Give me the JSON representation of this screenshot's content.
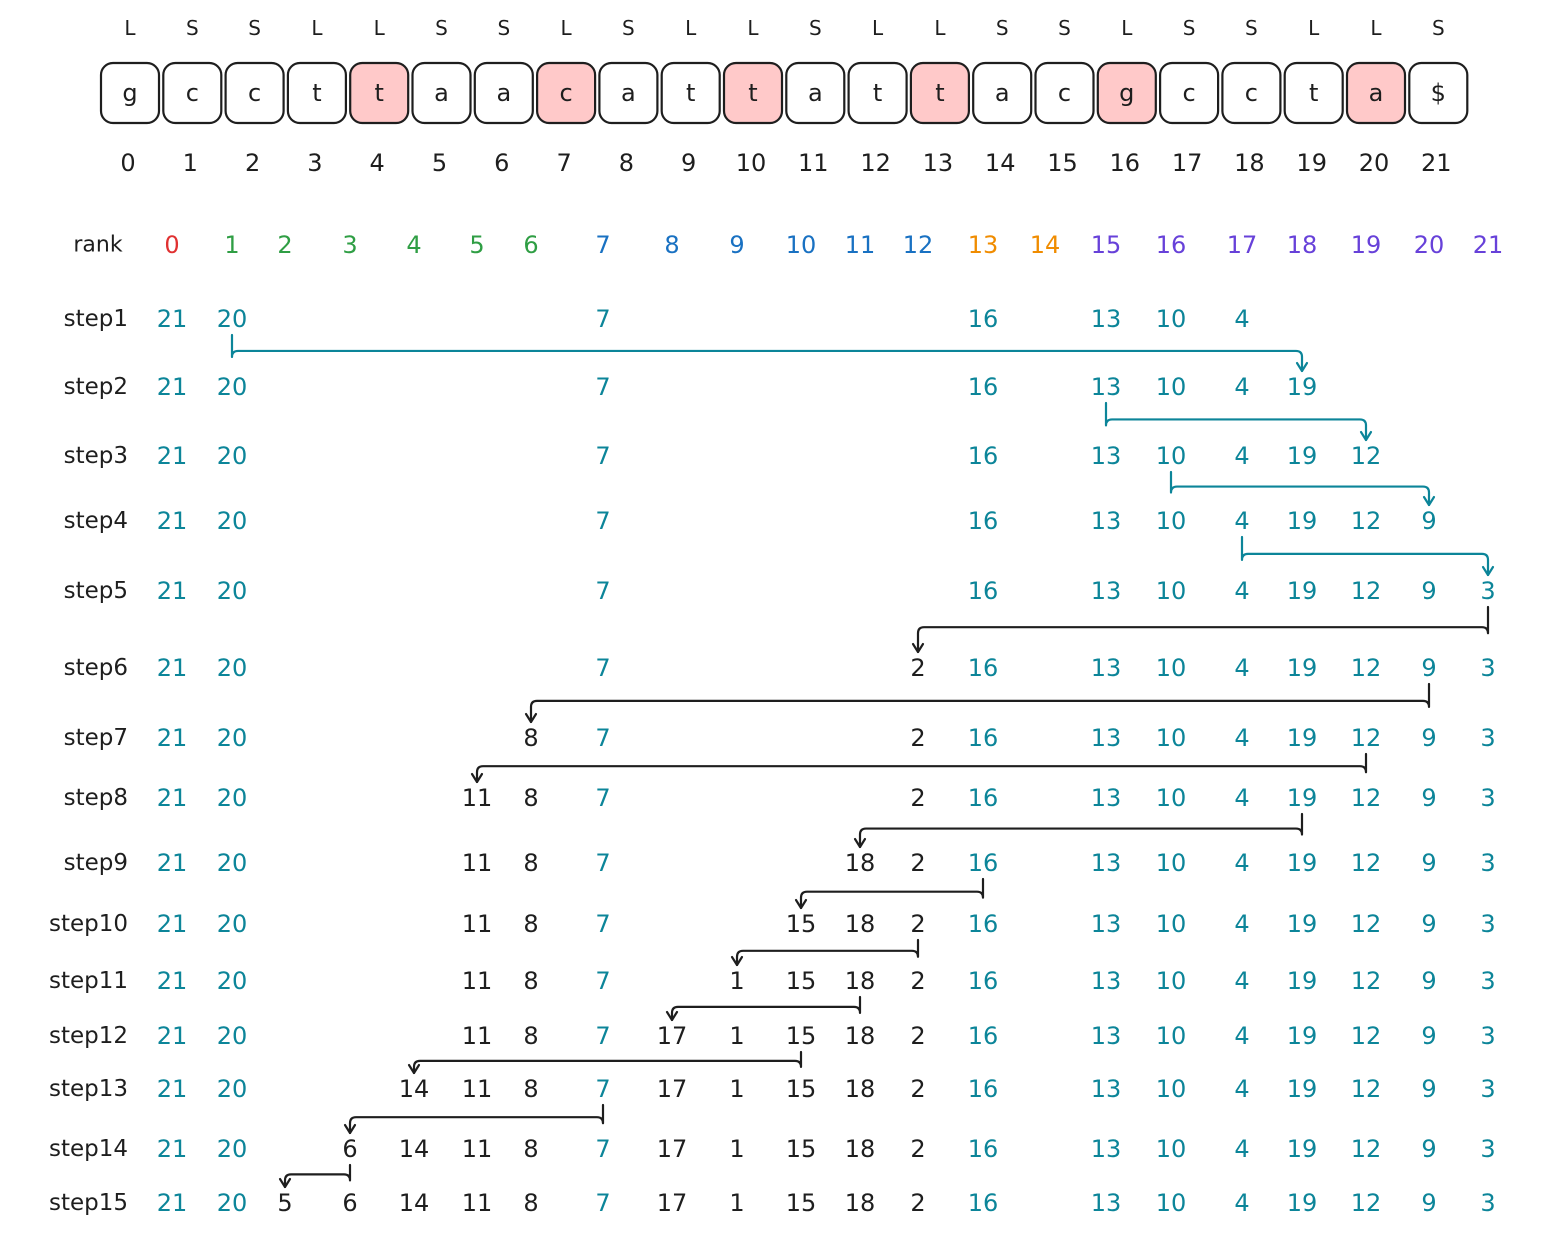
{
  "types": [
    "L",
    "S",
    "S",
    "L",
    "L",
    "S",
    "S",
    "L",
    "S",
    "L",
    "L",
    "S",
    "L",
    "L",
    "S",
    "S",
    "L",
    "S",
    "S",
    "L",
    "L",
    "S"
  ],
  "chars": [
    "g",
    "c",
    "c",
    "t",
    "t",
    "a",
    "a",
    "c",
    "a",
    "t",
    "t",
    "a",
    "t",
    "t",
    "a",
    "c",
    "g",
    "c",
    "c",
    "t",
    "a",
    "$"
  ],
  "highlighted": [
    4,
    7,
    10,
    13,
    16,
    20
  ],
  "indices": [
    "0",
    "1",
    "2",
    "3",
    "4",
    "5",
    "6",
    "7",
    "8",
    "9",
    "10",
    "11",
    "12",
    "13",
    "14",
    "15",
    "16",
    "17",
    "18",
    "19",
    "20",
    "21"
  ],
  "rank_label": "rank",
  "ranks": [
    "0",
    "1",
    "2",
    "3",
    "4",
    "5",
    "6",
    "7",
    "8",
    "9",
    "10",
    "11",
    "12",
    "13",
    "14",
    "15",
    "16",
    "17",
    "18",
    "19",
    "20",
    "21"
  ],
  "rank_colors": [
    "#e03131",
    "#2f9e44",
    "#2f9e44",
    "#2f9e44",
    "#2f9e44",
    "#2f9e44",
    "#2f9e44",
    "#1971c2",
    "#1971c2",
    "#1971c2",
    "#1971c2",
    "#1971c2",
    "#1971c2",
    "#f08c00",
    "#f08c00",
    "#6741d9",
    "#6741d9",
    "#6741d9",
    "#6741d9",
    "#6741d9",
    "#6741d9",
    "#6741d9"
  ],
  "colors": {
    "teal": "#0c8599",
    "black": "#1e1e1e",
    "highlight": "#ffc9c9"
  },
  "steps": [
    {
      "label": "step1",
      "cells": [
        [
          "21",
          "t"
        ],
        [
          "20",
          "t"
        ],
        null,
        null,
        null,
        null,
        null,
        [
          "7",
          "t"
        ],
        null,
        null,
        null,
        null,
        null,
        [
          "16",
          "t"
        ],
        null,
        [
          "13",
          "t"
        ],
        [
          "10",
          "t"
        ],
        [
          "4",
          "t"
        ],
        null,
        null,
        null,
        null
      ]
    },
    {
      "label": "step2",
      "cells": [
        [
          "21",
          "t"
        ],
        [
          "20",
          "t"
        ],
        null,
        null,
        null,
        null,
        null,
        [
          "7",
          "t"
        ],
        null,
        null,
        null,
        null,
        null,
        [
          "16",
          "t"
        ],
        null,
        [
          "13",
          "t"
        ],
        [
          "10",
          "t"
        ],
        [
          "4",
          "t"
        ],
        [
          "19",
          "t"
        ],
        null,
        null,
        null
      ]
    },
    {
      "label": "step3",
      "cells": [
        [
          "21",
          "t"
        ],
        [
          "20",
          "t"
        ],
        null,
        null,
        null,
        null,
        null,
        [
          "7",
          "t"
        ],
        null,
        null,
        null,
        null,
        null,
        [
          "16",
          "t"
        ],
        null,
        [
          "13",
          "t"
        ],
        [
          "10",
          "t"
        ],
        [
          "4",
          "t"
        ],
        [
          "19",
          "t"
        ],
        [
          "12",
          "t"
        ],
        null,
        null
      ]
    },
    {
      "label": "step4",
      "cells": [
        [
          "21",
          "t"
        ],
        [
          "20",
          "t"
        ],
        null,
        null,
        null,
        null,
        null,
        [
          "7",
          "t"
        ],
        null,
        null,
        null,
        null,
        null,
        [
          "16",
          "t"
        ],
        null,
        [
          "13",
          "t"
        ],
        [
          "10",
          "t"
        ],
        [
          "4",
          "t"
        ],
        [
          "19",
          "t"
        ],
        [
          "12",
          "t"
        ],
        [
          "9",
          "t"
        ],
        null
      ]
    },
    {
      "label": "step5",
      "cells": [
        [
          "21",
          "t"
        ],
        [
          "20",
          "t"
        ],
        null,
        null,
        null,
        null,
        null,
        [
          "7",
          "t"
        ],
        null,
        null,
        null,
        null,
        null,
        [
          "16",
          "t"
        ],
        null,
        [
          "13",
          "t"
        ],
        [
          "10",
          "t"
        ],
        [
          "4",
          "t"
        ],
        [
          "19",
          "t"
        ],
        [
          "12",
          "t"
        ],
        [
          "9",
          "t"
        ],
        [
          "3",
          "t"
        ]
      ]
    },
    {
      "label": "step6",
      "cells": [
        [
          "21",
          "t"
        ],
        [
          "20",
          "t"
        ],
        null,
        null,
        null,
        null,
        null,
        [
          "7",
          "t"
        ],
        null,
        null,
        null,
        null,
        [
          "2",
          "b"
        ],
        [
          "16",
          "t"
        ],
        null,
        [
          "13",
          "t"
        ],
        [
          "10",
          "t"
        ],
        [
          "4",
          "t"
        ],
        [
          "19",
          "t"
        ],
        [
          "12",
          "t"
        ],
        [
          "9",
          "t"
        ],
        [
          "3",
          "t"
        ]
      ]
    },
    {
      "label": "step7",
      "cells": [
        [
          "21",
          "t"
        ],
        [
          "20",
          "t"
        ],
        null,
        null,
        null,
        null,
        [
          "8",
          "b"
        ],
        [
          "7",
          "t"
        ],
        null,
        null,
        null,
        null,
        [
          "2",
          "b"
        ],
        [
          "16",
          "t"
        ],
        null,
        [
          "13",
          "t"
        ],
        [
          "10",
          "t"
        ],
        [
          "4",
          "t"
        ],
        [
          "19",
          "t"
        ],
        [
          "12",
          "t"
        ],
        [
          "9",
          "t"
        ],
        [
          "3",
          "t"
        ]
      ]
    },
    {
      "label": "step8",
      "cells": [
        [
          "21",
          "t"
        ],
        [
          "20",
          "t"
        ],
        null,
        null,
        null,
        [
          "11",
          "b"
        ],
        [
          "8",
          "b"
        ],
        [
          "7",
          "t"
        ],
        null,
        null,
        null,
        null,
        [
          "2",
          "b"
        ],
        [
          "16",
          "t"
        ],
        null,
        [
          "13",
          "t"
        ],
        [
          "10",
          "t"
        ],
        [
          "4",
          "t"
        ],
        [
          "19",
          "t"
        ],
        [
          "12",
          "t"
        ],
        [
          "9",
          "t"
        ],
        [
          "3",
          "t"
        ]
      ]
    },
    {
      "label": "step9",
      "cells": [
        [
          "21",
          "t"
        ],
        [
          "20",
          "t"
        ],
        null,
        null,
        null,
        [
          "11",
          "b"
        ],
        [
          "8",
          "b"
        ],
        [
          "7",
          "t"
        ],
        null,
        null,
        null,
        [
          "18",
          "b"
        ],
        [
          "2",
          "b"
        ],
        [
          "16",
          "t"
        ],
        null,
        [
          "13",
          "t"
        ],
        [
          "10",
          "t"
        ],
        [
          "4",
          "t"
        ],
        [
          "19",
          "t"
        ],
        [
          "12",
          "t"
        ],
        [
          "9",
          "t"
        ],
        [
          "3",
          "t"
        ]
      ]
    },
    {
      "label": "step10",
      "cells": [
        [
          "21",
          "t"
        ],
        [
          "20",
          "t"
        ],
        null,
        null,
        null,
        [
          "11",
          "b"
        ],
        [
          "8",
          "b"
        ],
        [
          "7",
          "t"
        ],
        null,
        null,
        [
          "15",
          "b"
        ],
        [
          "18",
          "b"
        ],
        [
          "2",
          "b"
        ],
        [
          "16",
          "t"
        ],
        null,
        [
          "13",
          "t"
        ],
        [
          "10",
          "t"
        ],
        [
          "4",
          "t"
        ],
        [
          "19",
          "t"
        ],
        [
          "12",
          "t"
        ],
        [
          "9",
          "t"
        ],
        [
          "3",
          "t"
        ]
      ]
    },
    {
      "label": "step11",
      "cells": [
        [
          "21",
          "t"
        ],
        [
          "20",
          "t"
        ],
        null,
        null,
        null,
        [
          "11",
          "b"
        ],
        [
          "8",
          "b"
        ],
        [
          "7",
          "t"
        ],
        null,
        [
          "1",
          "b"
        ],
        [
          "15",
          "b"
        ],
        [
          "18",
          "b"
        ],
        [
          "2",
          "b"
        ],
        [
          "16",
          "t"
        ],
        null,
        [
          "13",
          "t"
        ],
        [
          "10",
          "t"
        ],
        [
          "4",
          "t"
        ],
        [
          "19",
          "t"
        ],
        [
          "12",
          "t"
        ],
        [
          "9",
          "t"
        ],
        [
          "3",
          "t"
        ]
      ]
    },
    {
      "label": "step12",
      "cells": [
        [
          "21",
          "t"
        ],
        [
          "20",
          "t"
        ],
        null,
        null,
        null,
        [
          "11",
          "b"
        ],
        [
          "8",
          "b"
        ],
        [
          "7",
          "t"
        ],
        [
          "17",
          "b"
        ],
        [
          "1",
          "b"
        ],
        [
          "15",
          "b"
        ],
        [
          "18",
          "b"
        ],
        [
          "2",
          "b"
        ],
        [
          "16",
          "t"
        ],
        null,
        [
          "13",
          "t"
        ],
        [
          "10",
          "t"
        ],
        [
          "4",
          "t"
        ],
        [
          "19",
          "t"
        ],
        [
          "12",
          "t"
        ],
        [
          "9",
          "t"
        ],
        [
          "3",
          "t"
        ]
      ]
    },
    {
      "label": "step13",
      "cells": [
        [
          "21",
          "t"
        ],
        [
          "20",
          "t"
        ],
        null,
        null,
        [
          "14",
          "b"
        ],
        [
          "11",
          "b"
        ],
        [
          "8",
          "b"
        ],
        [
          "7",
          "t"
        ],
        [
          "17",
          "b"
        ],
        [
          "1",
          "b"
        ],
        [
          "15",
          "b"
        ],
        [
          "18",
          "b"
        ],
        [
          "2",
          "b"
        ],
        [
          "16",
          "t"
        ],
        null,
        [
          "13",
          "t"
        ],
        [
          "10",
          "t"
        ],
        [
          "4",
          "t"
        ],
        [
          "19",
          "t"
        ],
        [
          "12",
          "t"
        ],
        [
          "9",
          "t"
        ],
        [
          "3",
          "t"
        ]
      ]
    },
    {
      "label": "step14",
      "cells": [
        [
          "21",
          "t"
        ],
        [
          "20",
          "t"
        ],
        null,
        [
          "6",
          "b"
        ],
        [
          "14",
          "b"
        ],
        [
          "11",
          "b"
        ],
        [
          "8",
          "b"
        ],
        [
          "7",
          "t"
        ],
        [
          "17",
          "b"
        ],
        [
          "1",
          "b"
        ],
        [
          "15",
          "b"
        ],
        [
          "18",
          "b"
        ],
        [
          "2",
          "b"
        ],
        [
          "16",
          "t"
        ],
        null,
        [
          "13",
          "t"
        ],
        [
          "10",
          "t"
        ],
        [
          "4",
          "t"
        ],
        [
          "19",
          "t"
        ],
        [
          "12",
          "t"
        ],
        [
          "9",
          "t"
        ],
        [
          "3",
          "t"
        ]
      ]
    },
    {
      "label": "step15",
      "cells": [
        [
          "21",
          "t"
        ],
        [
          "20",
          "t"
        ],
        [
          "5",
          "b"
        ],
        [
          "6",
          "b"
        ],
        [
          "14",
          "b"
        ],
        [
          "11",
          "b"
        ],
        [
          "8",
          "b"
        ],
        [
          "7",
          "t"
        ],
        [
          "17",
          "b"
        ],
        [
          "1",
          "b"
        ],
        [
          "15",
          "b"
        ],
        [
          "18",
          "b"
        ],
        [
          "2",
          "b"
        ],
        [
          "16",
          "t"
        ],
        null,
        [
          "13",
          "t"
        ],
        [
          "10",
          "t"
        ],
        [
          "4",
          "t"
        ],
        [
          "19",
          "t"
        ],
        [
          "12",
          "t"
        ],
        [
          "9",
          "t"
        ],
        [
          "3",
          "t"
        ]
      ]
    }
  ],
  "arrows": [
    {
      "from_step": 1,
      "from_slot": 1,
      "to_step": 2,
      "to_slot": 18,
      "color": "teal"
    },
    {
      "from_step": 2,
      "from_slot": 15,
      "to_step": 3,
      "to_slot": 19,
      "color": "teal"
    },
    {
      "from_step": 3,
      "from_slot": 16,
      "to_step": 4,
      "to_slot": 20,
      "color": "teal"
    },
    {
      "from_step": 4,
      "from_slot": 17,
      "to_step": 5,
      "to_slot": 21,
      "color": "teal"
    },
    {
      "from_step": 5,
      "from_slot": 21,
      "to_step": 6,
      "to_slot": 12,
      "color": "black"
    },
    {
      "from_step": 6,
      "from_slot": 20,
      "to_step": 7,
      "to_slot": 6,
      "color": "black"
    },
    {
      "from_step": 7,
      "from_slot": 19,
      "to_step": 8,
      "to_slot": 5,
      "color": "black"
    },
    {
      "from_step": 8,
      "from_slot": 18,
      "to_step": 9,
      "to_slot": 11,
      "color": "black"
    },
    {
      "from_step": 9,
      "from_slot": 13,
      "to_step": 10,
      "to_slot": 10,
      "color": "black"
    },
    {
      "from_step": 10,
      "from_slot": 12,
      "to_step": 11,
      "to_slot": 9,
      "color": "black"
    },
    {
      "from_step": 11,
      "from_slot": 11,
      "to_step": 12,
      "to_slot": 8,
      "color": "black"
    },
    {
      "from_step": 12,
      "from_slot": 10,
      "to_step": 13,
      "to_slot": 4,
      "color": "black"
    },
    {
      "from_step": 13,
      "from_slot": 7,
      "to_step": 14,
      "to_slot": 3,
      "color": "black"
    },
    {
      "from_step": 14,
      "from_slot": 3,
      "to_step": 15,
      "to_slot": 2,
      "color": "black"
    }
  ]
}
